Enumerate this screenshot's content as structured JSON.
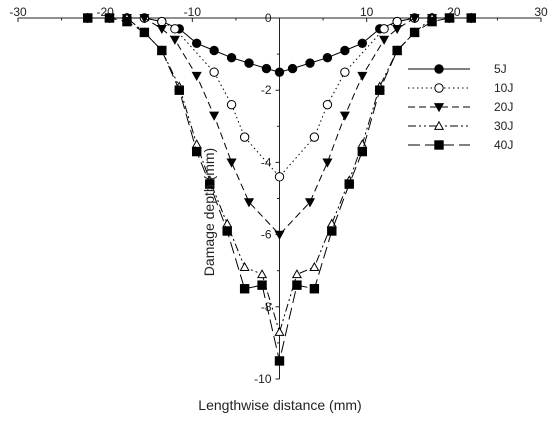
{
  "chart_data": {
    "type": "line",
    "xlabel": "Lengthwise distance (mm)",
    "ylabel": "Damage depth (mm)",
    "xlim": [
      -30,
      30
    ],
    "ylim": [
      -10,
      0
    ],
    "x_ticks": [
      -30,
      -20,
      -10,
      0,
      10,
      20,
      30
    ],
    "y_ticks": [
      0,
      -2,
      -4,
      -6,
      -8,
      -10
    ],
    "legend_position": "right",
    "series": [
      {
        "name": "5J",
        "marker": "filled-circle",
        "line": "solid",
        "points": [
          [
            -22,
            0
          ],
          [
            -19.5,
            0
          ],
          [
            -17.5,
            0
          ],
          [
            -15.5,
            0
          ],
          [
            -13.5,
            -0.1
          ],
          [
            -11.5,
            -0.3
          ],
          [
            -9.5,
            -0.7
          ],
          [
            -7.5,
            -0.9
          ],
          [
            -5.5,
            -1.1
          ],
          [
            -3.5,
            -1.25
          ],
          [
            -1.5,
            -1.4
          ],
          [
            0,
            -1.5
          ],
          [
            1.5,
            -1.4
          ],
          [
            3.5,
            -1.25
          ],
          [
            5.5,
            -1.1
          ],
          [
            7.5,
            -0.9
          ],
          [
            9.5,
            -0.7
          ],
          [
            11.5,
            -0.3
          ],
          [
            13.5,
            -0.1
          ],
          [
            15.5,
            0
          ],
          [
            17.5,
            0
          ],
          [
            19.5,
            0
          ],
          [
            22,
            0
          ]
        ]
      },
      {
        "name": "10J",
        "marker": "open-circle",
        "line": "dotted",
        "points": [
          [
            -22,
            0
          ],
          [
            -17.5,
            0
          ],
          [
            -15.5,
            0
          ],
          [
            -13.5,
            -0.1
          ],
          [
            -12,
            -0.3
          ],
          [
            -7.5,
            -1.5
          ],
          [
            -5.5,
            -2.4
          ],
          [
            -4,
            -3.3
          ],
          [
            0,
            -4.4
          ],
          [
            4,
            -3.3
          ],
          [
            5.5,
            -2.4
          ],
          [
            7.5,
            -1.5
          ],
          [
            12,
            -0.3
          ],
          [
            13.5,
            -0.1
          ],
          [
            15.5,
            0
          ],
          [
            17.5,
            0
          ],
          [
            22,
            0
          ]
        ]
      },
      {
        "name": "20J",
        "marker": "filled-triangle-down",
        "line": "dashed",
        "points": [
          [
            -22,
            0
          ],
          [
            -19.5,
            0
          ],
          [
            -17.5,
            0
          ],
          [
            -15.5,
            0
          ],
          [
            -13.5,
            -0.3
          ],
          [
            -12,
            -0.6
          ],
          [
            -9.5,
            -1.6
          ],
          [
            -7.5,
            -2.7
          ],
          [
            -5.5,
            -4.0
          ],
          [
            -3.5,
            -5.1
          ],
          [
            0,
            -6.0
          ],
          [
            3.5,
            -5.1
          ],
          [
            5.5,
            -4.0
          ],
          [
            7.5,
            -2.7
          ],
          [
            9.5,
            -1.6
          ],
          [
            12,
            -0.6
          ],
          [
            13.5,
            -0.3
          ],
          [
            15.5,
            0
          ],
          [
            17.5,
            0
          ],
          [
            19.5,
            0
          ],
          [
            22,
            0
          ]
        ]
      },
      {
        "name": "30J",
        "marker": "open-triangle-up",
        "line": "dash-dot-dot",
        "points": [
          [
            -22,
            0
          ],
          [
            -19.5,
            0
          ],
          [
            -17.5,
            0
          ],
          [
            -15.5,
            -0.4
          ],
          [
            -13.5,
            -0.9
          ],
          [
            -11.5,
            -1.9
          ],
          [
            -9.5,
            -3.5
          ],
          [
            -8,
            -4.5
          ],
          [
            -6,
            -5.7
          ],
          [
            -4,
            -6.9
          ],
          [
            -2,
            -7.1
          ],
          [
            0,
            -8.7
          ],
          [
            2,
            -7.1
          ],
          [
            4,
            -6.9
          ],
          [
            6,
            -5.7
          ],
          [
            8,
            -4.5
          ],
          [
            9.5,
            -3.5
          ],
          [
            11.5,
            -1.9
          ],
          [
            13.5,
            -0.9
          ],
          [
            15.5,
            -0.4
          ],
          [
            17.5,
            0
          ],
          [
            19.5,
            0
          ],
          [
            22,
            0
          ]
        ]
      },
      {
        "name": "40J",
        "marker": "filled-square",
        "line": "long-dash",
        "points": [
          [
            -22,
            0
          ],
          [
            -19.5,
            0
          ],
          [
            -17.5,
            -0.1
          ],
          [
            -15.5,
            -0.4
          ],
          [
            -13.5,
            -0.9
          ],
          [
            -11.5,
            -2.0
          ],
          [
            -9.5,
            -3.7
          ],
          [
            -8,
            -4.6
          ],
          [
            -6,
            -5.9
          ],
          [
            -4,
            -7.5
          ],
          [
            -2,
            -7.4
          ],
          [
            0,
            -9.5
          ],
          [
            2,
            -7.4
          ],
          [
            4,
            -7.5
          ],
          [
            6,
            -5.9
          ],
          [
            8,
            -4.6
          ],
          [
            9.5,
            -3.7
          ],
          [
            11.5,
            -2.0
          ],
          [
            13.5,
            -0.9
          ],
          [
            15.5,
            -0.4
          ],
          [
            17.5,
            -0.1
          ],
          [
            19.5,
            0
          ],
          [
            22,
            0
          ]
        ]
      }
    ]
  }
}
